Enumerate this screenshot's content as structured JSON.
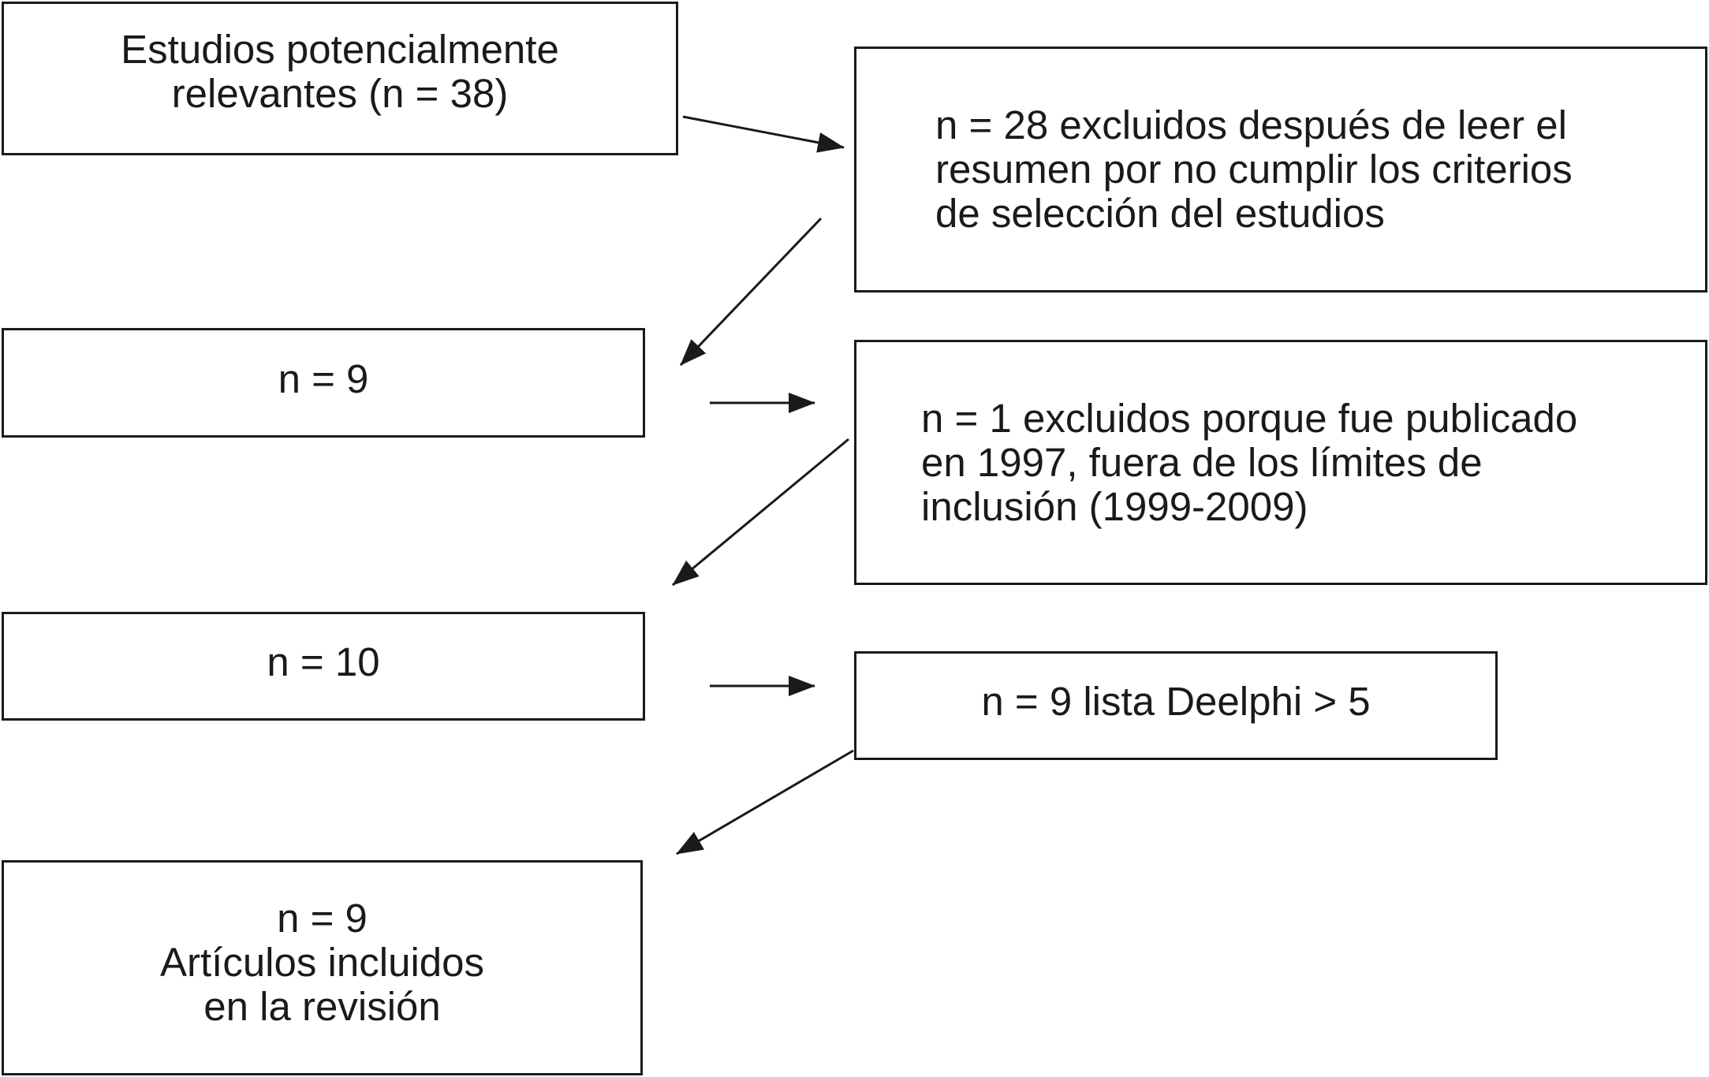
{
  "flow": {
    "box_identified": {
      "lines": [
        "Estudios potencialmente",
        "relevantes (n = 38)"
      ]
    },
    "box_excluded_abstract": {
      "lines": [
        "n = 28 excluidos después de leer el",
        "resumen por no cumplir los criterios",
        "de selección del estudios"
      ]
    },
    "box_after_abstract": {
      "lines": [
        "n = 9"
      ]
    },
    "box_excluded_date": {
      "lines": [
        "n = 1 excluidos  porque fue publicado",
        "en 1997, fuera de los límites de",
        "inclusión (1999-2009)"
      ]
    },
    "box_after_date": {
      "lines": [
        "n = 10"
      ]
    },
    "box_delphi": {
      "lines": [
        "n = 9 lista Deelphi > 5"
      ]
    },
    "box_included": {
      "lines": [
        "n = 9",
        "Artículos incluidos",
        "en la revisión"
      ]
    }
  },
  "colors": {
    "stroke": "#1a1a1a",
    "background": "#ffffff"
  }
}
